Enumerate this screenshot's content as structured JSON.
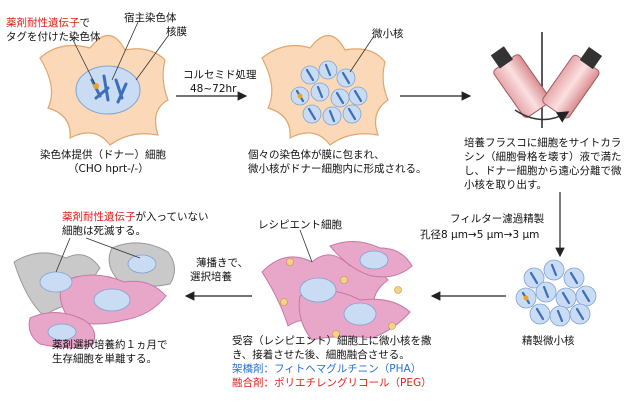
{
  "labels": {
    "drug_gene_marker": "薬剤耐性遺伝子",
    "tagged_chromosome_suffix": "で",
    "tagged_chromosome_line2": "タグを付けた染色体",
    "host_chromosome": "宿主染色体",
    "nuclear_membrane": "核膜",
    "micronucleus": "微小核",
    "colcemid": "コルセミド処理",
    "colcemid_time": "48~72hr",
    "donor_cell_1": "染色体提供（ドナー）細胞",
    "donor_cell_2": "（CHO hprt-/-）",
    "micronucleation_1": "個々の染色体が膜に包まれ、",
    "micronucleation_2": "微小核がドナー細胞内に形成される。",
    "centrifuge_1": "培養フラスコに細胞をサイトカラ",
    "centrifuge_2": "シン（細胞骨格を壊す）液で満た",
    "centrifuge_3": "し、ドナー細胞から遠心分離で微",
    "centrifuge_4": "小核を取り出す。",
    "filter_1": "フィルター濾過精製",
    "filter_2": "孔径8 μm→5 μm→3 μm",
    "purified": "精製微小核",
    "recipient_cell": "レシピエント細胞",
    "dilute_1": "薄播きで、",
    "dilute_2": "選択培養",
    "fusion_1": "受容（レシピエント）細胞上に微小核を撒",
    "fusion_2": "き、接着させた後、細胞融合させる。",
    "crosslinker": "架橋剤：フィトヘマグルチニン（PHA）",
    "fusogen": "融合剤：ポリエチレングリコール（PEG）",
    "death_gene": "薬剤耐性遺伝子",
    "death_suffix": "が入っていない",
    "death_2": "細胞は死滅する。",
    "selection_1": "薬剤選択培養約１ヵ月で",
    "selection_2": "生存細胞を単離する。"
  },
  "colors": {
    "donor_cell": "#fbd9b8",
    "micronucleus": "#c9dcf4",
    "recipient_cell": "#e8a6c8",
    "dead_cell": "#c9c9c9",
    "chromosome": "#3c6fb8",
    "tag": "#f2a21c",
    "red_text": "#e0201a",
    "blue_text": "#2a6fd6"
  }
}
